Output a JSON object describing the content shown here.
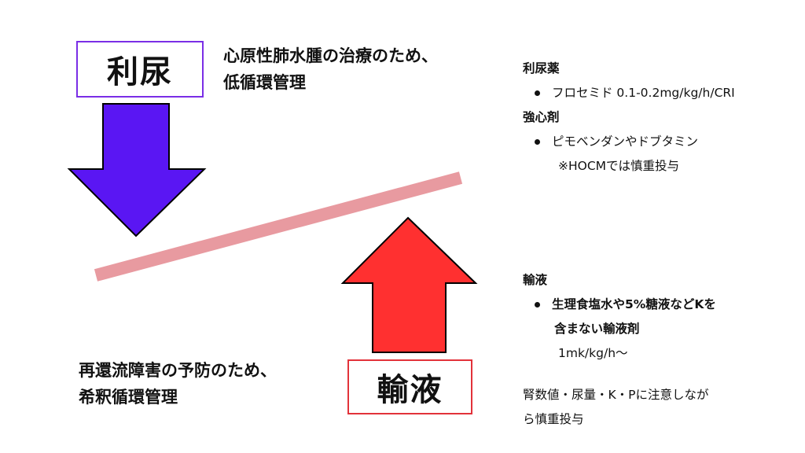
{
  "diuretic": {
    "label": "利尿",
    "note_line1": "心原性肺水腫の治療のため、",
    "note_line2": "低循環管理",
    "color": "#5a16f3",
    "border_color": "#7a2ee6"
  },
  "fluid": {
    "label": "輸液",
    "note_line1": "再還流障害の予防のため、",
    "note_line2": "希釈循環管理",
    "color": "#ff3030",
    "border_color": "#e2323a"
  },
  "balance_color": "#e89aa0",
  "right_panel": {
    "diuretics_heading": "利尿薬",
    "diuretics_item": "フロセミド 0.1-0.2mg/kg/h/CRI",
    "inotropes_heading": "強心剤",
    "inotropes_item": "ピモベンダンやドブタミン",
    "inotropes_note": "※HOCMでは慎重投与",
    "fluids_heading": "輸液",
    "fluids_item_line1": "生理食塩水や5%糖液などKを",
    "fluids_item_line2": "含まない輸液剤",
    "fluids_rate": "1mk/kg/h〜",
    "caution_line1": "腎数値・尿量・K・Pに注意しなが",
    "caution_line2": "ら慎重投与"
  }
}
